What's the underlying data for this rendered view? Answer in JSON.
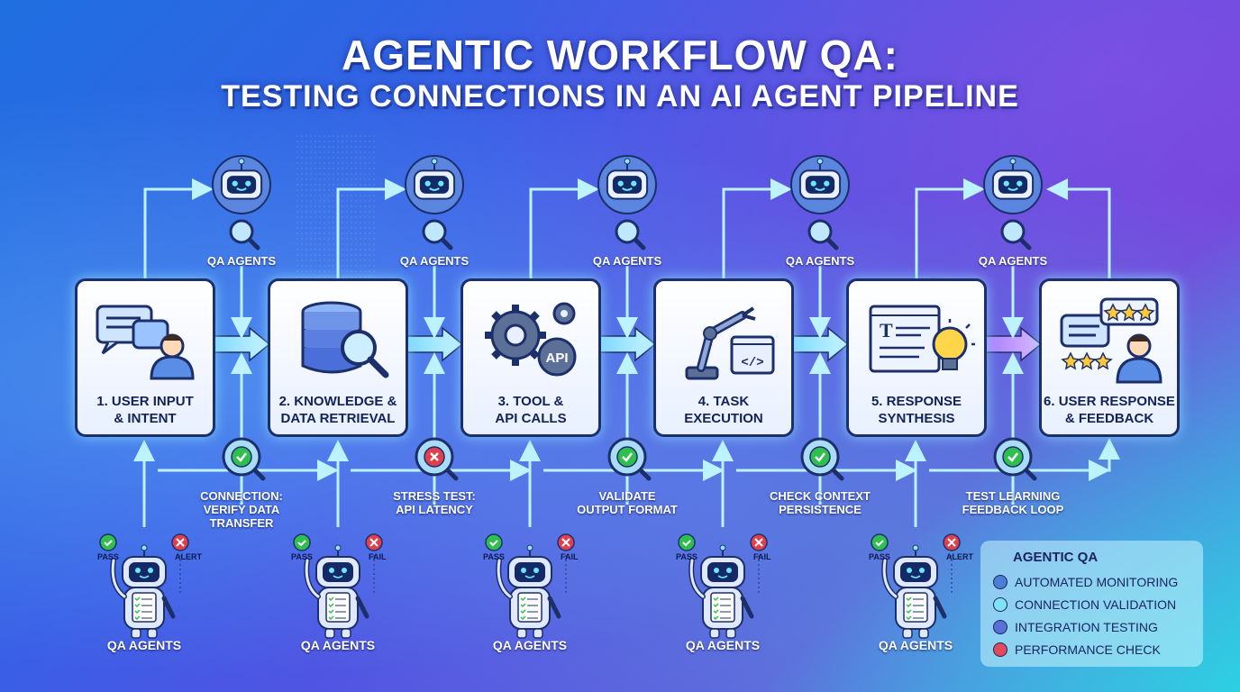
{
  "title": {
    "line1": "AGENTIC WORKFLOW QA:",
    "line2": "TESTING CONNECTIONS IN AN AI AGENT PIPELINE"
  },
  "stages": [
    {
      "line1": "1. USER INPUT",
      "line2": "& INTENT",
      "icon": "chat-user-icon"
    },
    {
      "line1": "2. KNOWLEDGE &",
      "line2": "DATA RETRIEVAL",
      "icon": "database-search-icon"
    },
    {
      "line1": "3. TOOL &",
      "line2": "API CALLS",
      "icon": "gears-api-icon"
    },
    {
      "line1": "4. TASK",
      "line2": "EXECUTION",
      "icon": "robot-arm-code-icon"
    },
    {
      "line1": "5. RESPONSE",
      "line2": "SYNTHESIS",
      "icon": "document-lightbulb-icon"
    },
    {
      "line1": "6. USER RESPONSE",
      "line2": "& FEEDBACK",
      "icon": "rating-user-icon"
    }
  ],
  "top_agents": [
    "QA AGENTS",
    "QA AGENTS",
    "QA AGENTS",
    "QA AGENTS",
    "QA AGENTS"
  ],
  "bottom_agents": [
    {
      "label": "QA AGENTS",
      "ok": "PASS",
      "bad": "ALERT"
    },
    {
      "label": "QA AGENTS",
      "ok": "PASS",
      "bad": "FAIL"
    },
    {
      "label": "QA AGENTS",
      "ok": "PASS",
      "bad": "FAIL"
    },
    {
      "label": "QA AGENTS",
      "ok": "PASS",
      "bad": "FAIL"
    },
    {
      "label": "QA AGENTS",
      "ok": "PASS",
      "bad": "ALERT"
    }
  ],
  "checks": [
    {
      "lines": [
        "CONNECTION:",
        "VERIFY DATA",
        "TRANSFER"
      ],
      "status": "pass"
    },
    {
      "lines": [
        "STRESS TEST:",
        "API LATENCY"
      ],
      "status": "fail"
    },
    {
      "lines": [
        "VALIDATE",
        "OUTPUT FORMAT"
      ],
      "status": "pass"
    },
    {
      "lines": [
        "CHECK CONTEXT",
        "PERSISTENCE"
      ],
      "status": "pass"
    },
    {
      "lines": [
        "TEST LEARNING",
        "FEEDBACK LOOP"
      ],
      "status": "pass"
    }
  ],
  "legend": {
    "title": "AGENTIC QA",
    "items": [
      {
        "label": "AUTOMATED MONITORING",
        "color": "#4b7fd6"
      },
      {
        "label": "CONNECTION VALIDATION",
        "color": "#7fe3f5"
      },
      {
        "label": "INTEGRATION TESTING",
        "color": "#5a6fd8"
      },
      {
        "label": "PERFORMANCE CHECK",
        "color": "#e04a5a"
      }
    ]
  },
  "colors": {
    "pass": "#2fbf4f",
    "fail": "#e0404e",
    "glow": "#8fe6ff",
    "outline": "#1d2f6b"
  }
}
